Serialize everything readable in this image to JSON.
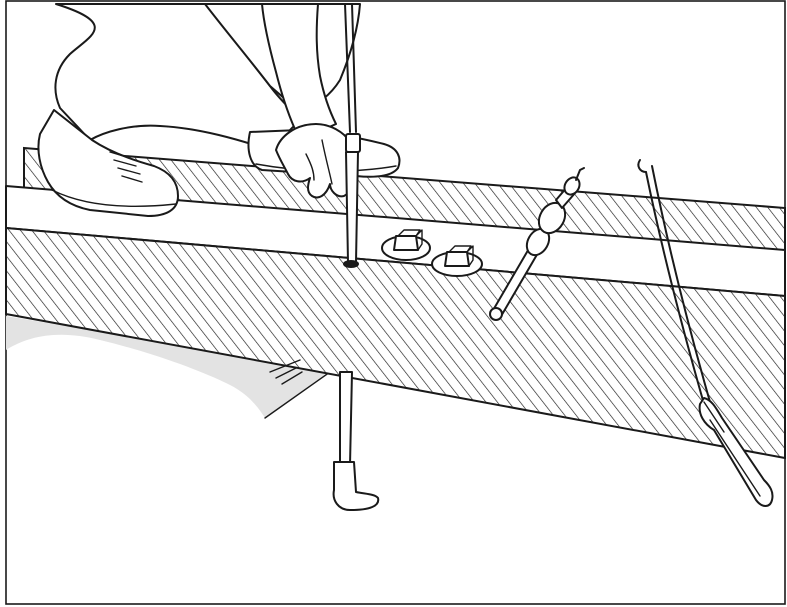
{
  "illustration": {
    "subject": "",
    "colors": {
      "line": "#1a1a1a",
      "background": "#ffffff",
      "subfloor_shade": "#e3e3e3"
    },
    "icons": [
      "kneeling-installer",
      "pull-bar-tool",
      "slide-hammer-tool",
      "floor-hook-tool",
      "pipe-collar-pair"
    ]
  }
}
